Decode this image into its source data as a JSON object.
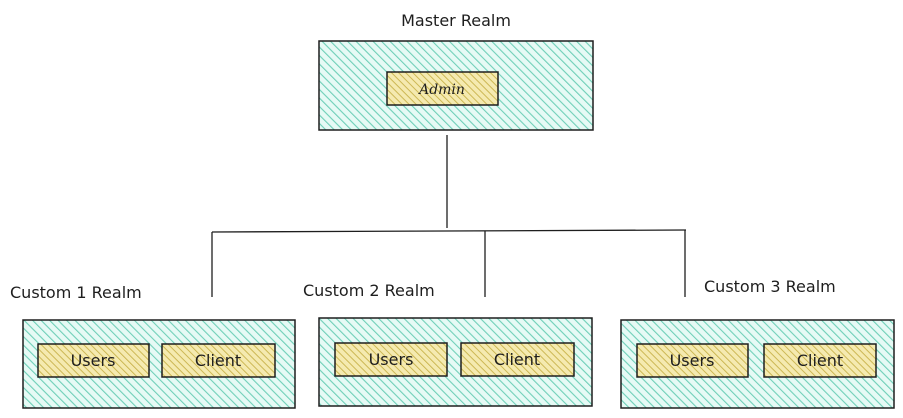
{
  "master": {
    "title": "Master Realm",
    "item": "Admin"
  },
  "realms": [
    {
      "title": "Custom 1 Realm",
      "items": [
        "Users",
        "Client"
      ]
    },
    {
      "title": "Custom 2 Realm",
      "items": [
        "Users",
        "Client"
      ]
    },
    {
      "title": "Custom 3 Realm",
      "items": [
        "Users",
        "Client"
      ]
    }
  ],
  "colors": {
    "realm_fill": "#b2f2e4",
    "realm_hatch": "#6fcfb8",
    "item_fill": "#f0e6a8",
    "item_hatch": "#c8b24a",
    "stroke": "#1e1e1e"
  }
}
